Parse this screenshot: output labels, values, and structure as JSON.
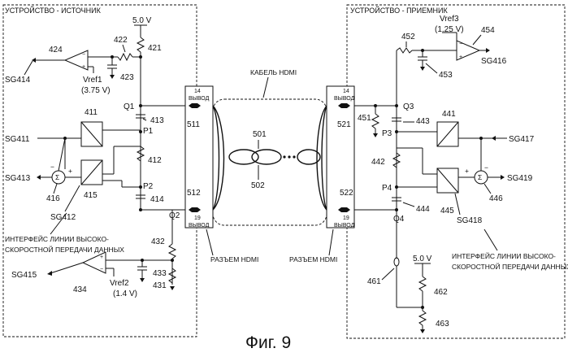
{
  "source": {
    "title": "УСТРОЙСТВО - ИСТОЧНИК",
    "vcc": "5.0 V",
    "vref1": "Vref1",
    "vref1_val": "(3.75 V)",
    "vref2": "Vref2",
    "vref2_val": "(1.4 V)",
    "interface_l1": "ИНТЕРФЕЙС ЛИНИИ ВЫСОКО-",
    "interface_l2": "СКОРОСТНОЙ ПЕРЕДАЧИ ДАННЫХ",
    "signals": {
      "sg411": "SG411",
      "sg412": "SG412",
      "sg413": "SG413",
      "sg414": "SG414",
      "sg415": "SG415"
    },
    "refs": {
      "r411": "411",
      "r412": "412",
      "r413": "413",
      "r414": "414",
      "r415": "415",
      "r416": "416",
      "r421": "421",
      "r422": "422",
      "r423": "423",
      "r424": "424",
      "r431": "431",
      "r432": "432",
      "r433": "433",
      "r434": "434"
    },
    "nodes": {
      "q1": "Q1",
      "q2": "Q2",
      "p1": "P1",
      "p2": "P2"
    }
  },
  "connector_left": {
    "pin14": "14",
    "pin14_text": "ВЫВОД",
    "pin19": "19",
    "pin19_text": "ВЫВОД",
    "r511": "511",
    "r512": "512",
    "label": "РАЗЪЕМ HDMI"
  },
  "cable": {
    "label": "КАБЕЛЬ HDMI",
    "r501": "501",
    "r502": "502"
  },
  "connector_right": {
    "pin14": "14",
    "pin14_text": "ВЫВОД",
    "pin19": "19",
    "pin19_text": "ВЫВОД",
    "r521": "521",
    "r522": "522",
    "label": "РАЗЪЕМ HDMI"
  },
  "sink": {
    "title": "УСТРОЙСТВО - ПРИЕМНИК",
    "vref3": "Vref3",
    "vref3_val": "(1.25 V)",
    "vcc": "5.0 V",
    "interface_l1": "ИНТЕРФЕЙС ЛИНИИ ВЫСОКО-",
    "interface_l2": "СКОРОСТНОЙ ПЕРЕДАЧИ ДАННЫХ",
    "signals": {
      "sg416": "SG416",
      "sg417": "SG417",
      "sg418": "SG418",
      "sg419": "SG419"
    },
    "refs": {
      "r441": "441",
      "r442": "442",
      "r443": "443",
      "r444": "444",
      "r445": "445",
      "r446": "446",
      "r451": "451",
      "r452": "452",
      "r453": "453",
      "r454": "454",
      "r461": "461",
      "r462": "462",
      "r463": "463"
    },
    "nodes": {
      "q3": "Q3",
      "q4": "Q4",
      "p3": "P3",
      "p4": "P4"
    }
  },
  "signs": {
    "plus": "+",
    "minus": "−",
    "sigma": "Σ"
  },
  "figure_caption": "Фиг. 9"
}
